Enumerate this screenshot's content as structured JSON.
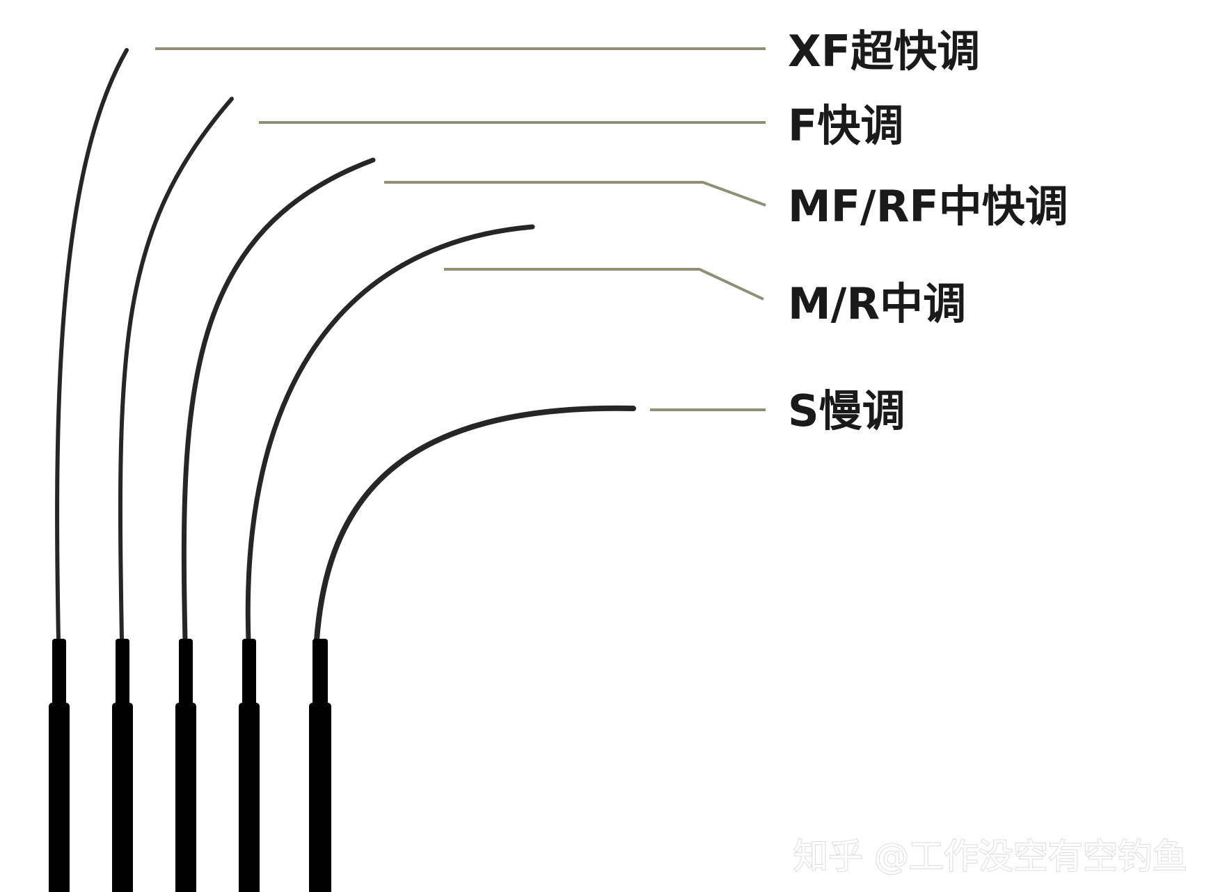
{
  "rod_actions": [
    {
      "key": "xf",
      "label": "XF超快调"
    },
    {
      "key": "f",
      "label": "F快调"
    },
    {
      "key": "mf",
      "label": "MF/RF中快调"
    },
    {
      "key": "m",
      "label": "M/R中调"
    },
    {
      "key": "s",
      "label": "S慢调"
    }
  ],
  "watermark": "知乎 @工作没空有空钓鱼",
  "colors": {
    "rod": "#262626",
    "grip": "#000000",
    "leader_line": "#8e8f76",
    "label_text": "#1a1a1a"
  }
}
